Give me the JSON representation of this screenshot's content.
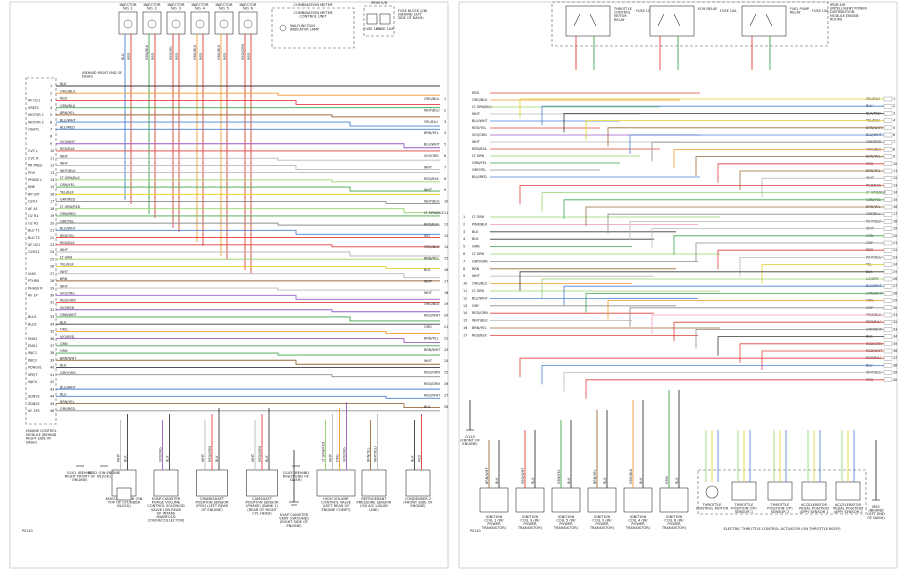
{
  "left_panel": {
    "injectors": [
      "INJECTOR NO. 1",
      "INJECTOR NO. 2",
      "INJECTOR NO. 3",
      "INJECTOR NO. 4",
      "INJECTOR NO. 5",
      "INJECTOR NO. 6"
    ],
    "injector_wires": [
      [
        "BLU",
        "RED"
      ],
      [
        "GRN/BLK",
        "RED"
      ],
      [
        "RED/YEL",
        "RED"
      ],
      [
        "ORG/BLK",
        "RED"
      ],
      [
        "ORG/BLK",
        "RED"
      ],
      [
        "RED/GRN",
        "RED"
      ]
    ],
    "combination_meter": "COMBINATION METER",
    "combination_meter_sub": "COMBINATION METER CONTROL UNIT",
    "malfunction_lamp": "MALFUNCTION INDICATOR LAMP",
    "fuse_block_top": "IPDM E/R",
    "fuse_labels": [
      "FUSE 10A",
      "FUSE 10A"
    ],
    "fuse_block": "FUSE BLOCK (J/B) (BEHIND LEFT SIDE OF DASH)",
    "ground_top": "(BEHIND RIGHT END OF DASH)",
    "ecm_label": "ENGINE CONTROL MODULE (BEHIND RIGHT SIDE OF DASH)",
    "ecm_pins": [
      {
        "name": "",
        "n": "1",
        "wire": "BLK"
      },
      {
        "name": "",
        "n": "2",
        "wire": "ORG/BLU"
      },
      {
        "name": "AF H11",
        "n": "3",
        "wire": "RED"
      },
      {
        "name": "VREF2",
        "n": "4",
        "wire": "GRN/BLU"
      },
      {
        "name": "MOTOR 1",
        "n": "5",
        "wire": "BRN/YEL"
      },
      {
        "name": "MOTOR 2",
        "n": "6",
        "wire": "BLU/WHT"
      },
      {
        "name": "OSHTL",
        "n": "7",
        "wire": "BLU/RED"
      },
      {
        "name": "",
        "n": "8",
        "wire": ""
      },
      {
        "name": "",
        "n": "9",
        "wire": "VIO/WHT"
      },
      {
        "name": "CVC L",
        "n": "10",
        "wire": "RED/BLK"
      },
      {
        "name": "CVC R",
        "n": "11",
        "wire": "WHT"
      },
      {
        "name": "PR PRES",
        "n": "12",
        "wire": "WHT"
      },
      {
        "name": "POS",
        "n": "13",
        "wire": "WHT/BLK"
      },
      {
        "name": "PHASE L",
        "n": "14",
        "wire": "LT GRN/BLK"
      },
      {
        "name": "KNK",
        "n": "15",
        "wire": "GRN/YEL"
      },
      {
        "name": "RP LRT",
        "n": "16",
        "wire": "YEL/BLK"
      },
      {
        "name": "O2H1",
        "n": "17",
        "wire": "GRY/RED"
      },
      {
        "name": "AF A1",
        "n": "18",
        "wire": "LT GRN/RED"
      },
      {
        "name": "O2 R1",
        "n": "19",
        "wire": "GRN/RED"
      },
      {
        "name": "O2 R2",
        "n": "20",
        "wire": "GRY/YEL"
      },
      {
        "name": "BLU T1",
        "n": "21",
        "wire": "BLU/WHT"
      },
      {
        "name": "BLU T2",
        "n": "22",
        "wire": "RED/YEL"
      },
      {
        "name": "AF H21",
        "n": "23",
        "wire": "RED/BLK"
      },
      {
        "name": "O2H21",
        "n": "24",
        "wire": "WHT"
      },
      {
        "name": "",
        "n": "25",
        "wire": "LT GRN"
      },
      {
        "name": "",
        "n": "26",
        "wire": "YEL/BLK"
      },
      {
        "name": "VIAS",
        "n": "27",
        "wire": "WHT"
      },
      {
        "name": "PTHR0",
        "n": "28",
        "wire": "BRN"
      },
      {
        "name": "PHASE R",
        "n": "29",
        "wire": "WHT"
      },
      {
        "name": "AF 1P",
        "n": "30",
        "wire": "VIO/ORG"
      },
      {
        "name": "",
        "n": "31",
        "wire": "RED/GRN"
      },
      {
        "name": "",
        "n": "32",
        "wire": "VIO/RED"
      },
      {
        "name": "BLU1",
        "n": "33",
        "wire": "GRN/WHT"
      },
      {
        "name": "BLU2",
        "n": "34",
        "wire": "BLK"
      },
      {
        "name": "",
        "n": "35",
        "wire": "ORG"
      },
      {
        "name": "ENG2",
        "n": "36",
        "wire": "VIO/RED"
      },
      {
        "name": "ENG1",
        "n": "37",
        "wire": "GRN"
      },
      {
        "name": "INJC1",
        "n": "38",
        "wire": "GRN"
      },
      {
        "name": "INJC2",
        "n": "39",
        "wire": "BRN/WHT"
      },
      {
        "name": "PDRG01",
        "n": "40",
        "wire": "BLK"
      },
      {
        "name": "SPEJT",
        "n": "41",
        "wire": "GRY/ORG"
      },
      {
        "name": "INJC4",
        "n": "42",
        "wire": ""
      },
      {
        "name": "",
        "n": "43",
        "wire": "BLU/WHT"
      },
      {
        "name": "SDN1E",
        "n": "44",
        "wire": "BLU"
      },
      {
        "name": "SDN2E",
        "n": "45",
        "wire": "BRN/YEL"
      },
      {
        "name": "AF 1P2",
        "n": "46",
        "wire": "GRY/RED"
      }
    ],
    "right_wire_labels": [
      "ORG/BLU",
      "WHT/BLU",
      "YEL/BLU",
      "BRN/YEL",
      "BLU/WHT",
      "VIO/ORG",
      "WHT",
      "RED/BLK",
      "WHT",
      "WHT/BLK",
      "LT GRN/BLK",
      "RED/BLK",
      "VIO",
      "ORG/BLK",
      "BRN/YEL",
      "BLK",
      "WHT",
      "WHT",
      "ORG/BLU",
      "RED/WHT",
      "ORG",
      "BRN/YEL",
      "BRN/WHT",
      "WHT",
      "RED/GRN",
      "RED/GRN",
      "RED/WHT",
      "BLK"
    ],
    "bottom_components": [
      {
        "title": "KNOCK SENSOR (ON TOP OF CYLINDER BLOCK)",
        "wires": [
          "WHT",
          "BLK"
        ]
      },
      {
        "title": "EVAP CANISTER PURGE VOLUME CONTROL SOLENOID VALVE (ON REAR OF INTAKE MANIFOLD COVER/COLLECTOR)",
        "wires": [
          "VIO/ORG",
          "BLK"
        ]
      },
      {
        "title": "CRANKSHAFT POSITION SENSOR (POS) (LEFT REAR OF ENGINE)",
        "wires": [
          "WHT",
          "RED/GRN",
          "BLK"
        ]
      },
      {
        "title": "CAMSHAFT POSITION SENSOR (PHASE) (BANK 1) (REAR OF RIGHT CYL HEAD)",
        "wires": [
          "WHT",
          "RED/GRN",
          "BLK"
        ]
      },
      {
        "title": "EVAP CANISTER VENT (GROUND) (RIGHT SIDE OF ENGINE)",
        "wires": [
          "BLK"
        ]
      },
      {
        "title": "HIGH VOLUME CONTROL VALVE (LEFT REAR OF ENGINE COMPT)",
        "wires": [
          "LT GRN/RED",
          "WHT",
          "ORG",
          "VIO/ORG"
        ]
      },
      {
        "title": "REFRIGERANT PRESSURE SENSOR (ON A/C LIQUID LINE)",
        "wires": [
          "BRN/YEL",
          "WHT/BLU"
        ]
      },
      {
        "title": "CONDENSER-2 (FRONT SIDE OF ENGINE)",
        "wires": [
          "BLK",
          "RED"
        ]
      }
    ],
    "ground_labels": [
      "G101 (BEHIND RIGHT FRONT OF ENGINE)",
      "G102 (ON ENGINE BLOCK)",
      "G103 (BEHIND RIGHT END OF DASH)"
    ],
    "page_code": "P0120"
  },
  "right_panel": {
    "relays": [
      {
        "title": "THROTTLE CONTROL MOTOR RELAY"
      },
      {
        "title": "ECM RELAY"
      },
      {
        "title": "FUEL PUMP RELAY"
      }
    ],
    "ipdm": "IPDM E/R (INTELLIGENT POWER DISTRIBUTION MODULE ENGINE ROOM)",
    "fuse_labels": [
      "FUSE 10A",
      "FUSE 10A",
      "FUSE 10A"
    ],
    "ecm_connector_left": [
      "RED",
      "ORG/BLU",
      "LT GRN/BLU",
      "WHT",
      "BLU/WHT",
      "RED/YEL",
      "VIO/GRN",
      "WHT",
      "RED/BLK",
      "LT GRN",
      "GRN/YEL",
      "GRY/YEL",
      "BLU/RED"
    ],
    "ecm_connector_left2": [
      "LT GRN",
      "PINK/BLK",
      "BLK",
      "BLK",
      "GRN",
      "LT GRN",
      "GRY/GRN",
      "BRN",
      "WHT",
      "ORG/BLU",
      "LT GRN",
      "BLU/WHT",
      "GRY",
      "RED/GRN",
      "WHT/BLU",
      "BRN/YEL",
      "RED/BLK"
    ],
    "ecm_right_wires": [
      "YEL/BLU",
      "BLU",
      "BLK/RED",
      "YEL/BLU",
      "BRN/WHT",
      "BLU/WHT",
      "GRY/RED",
      "ORG/BLK",
      "BRN/YEL",
      "RED",
      "BRN/YEL",
      "WHT",
      "RED/BLK",
      "LT GRN/BLK",
      "GRN/YEL",
      "BRN/YEL",
      "GRY/BLU",
      "WHT/BLK",
      "WHT",
      "GRN",
      "GRY",
      "RED",
      "WHT/BLU",
      "YEL",
      "BLK",
      "LG/GRY",
      "BLU/WHT",
      "GRN/WHT",
      "ORG",
      "GRY",
      "PINK/BLK",
      "RED/BLU",
      "GRY/WHT",
      "BLK",
      "RED/GRN",
      "RED/WHT",
      "RED/BLU",
      "BLU",
      "WHT/BLU",
      "RED"
    ],
    "coils": [
      {
        "title": "IGNITION COIL 1 (W/ POWER TRANSISTOR)"
      },
      {
        "title": "IGNITION COIL 3 (W/ POWER TRANSISTOR)"
      },
      {
        "title": "IGNITION COIL 5 (W/ POWER TRANSISTOR)"
      },
      {
        "title": "IGNITION COIL 2 (W/ POWER TRANSISTOR)"
      },
      {
        "title": "IGNITION COIL 4 (W/ POWER TRANSISTOR)"
      },
      {
        "title": "IGNITION COIL 6 (W/ POWER TRANSISTOR)"
      }
    ],
    "coil_wires": [
      "BRN/WHT",
      "BLK",
      "RED/WHT",
      "BLK",
      "GRN/YEL",
      "BLK",
      "BRN/YEL",
      "BLK",
      "ORG/BLK",
      "BLK",
      "GRN",
      "BLK"
    ],
    "throttle_parts": [
      "THROTTLE CONTROL MOTOR",
      "THROTTLE POSITION (TP) SENSOR 1",
      "THROTTLE POSITION (TP) SENSOR 2",
      "ACCELERATOR PEDAL POSITION (APP) SENSOR 1",
      "ACCELERATOR PEDAL POSITION (APP) SENSOR 2"
    ],
    "throttle_actuator": "ELECTRIC THROTTLE CONTROL ACTUATOR (ON THROTTLE BODY)",
    "ground_left": "G110 (FRONT OF ENGINE)",
    "ground_right": "M92 (BEHIND LEFT END OF DASH)",
    "page_code": "P0120"
  }
}
